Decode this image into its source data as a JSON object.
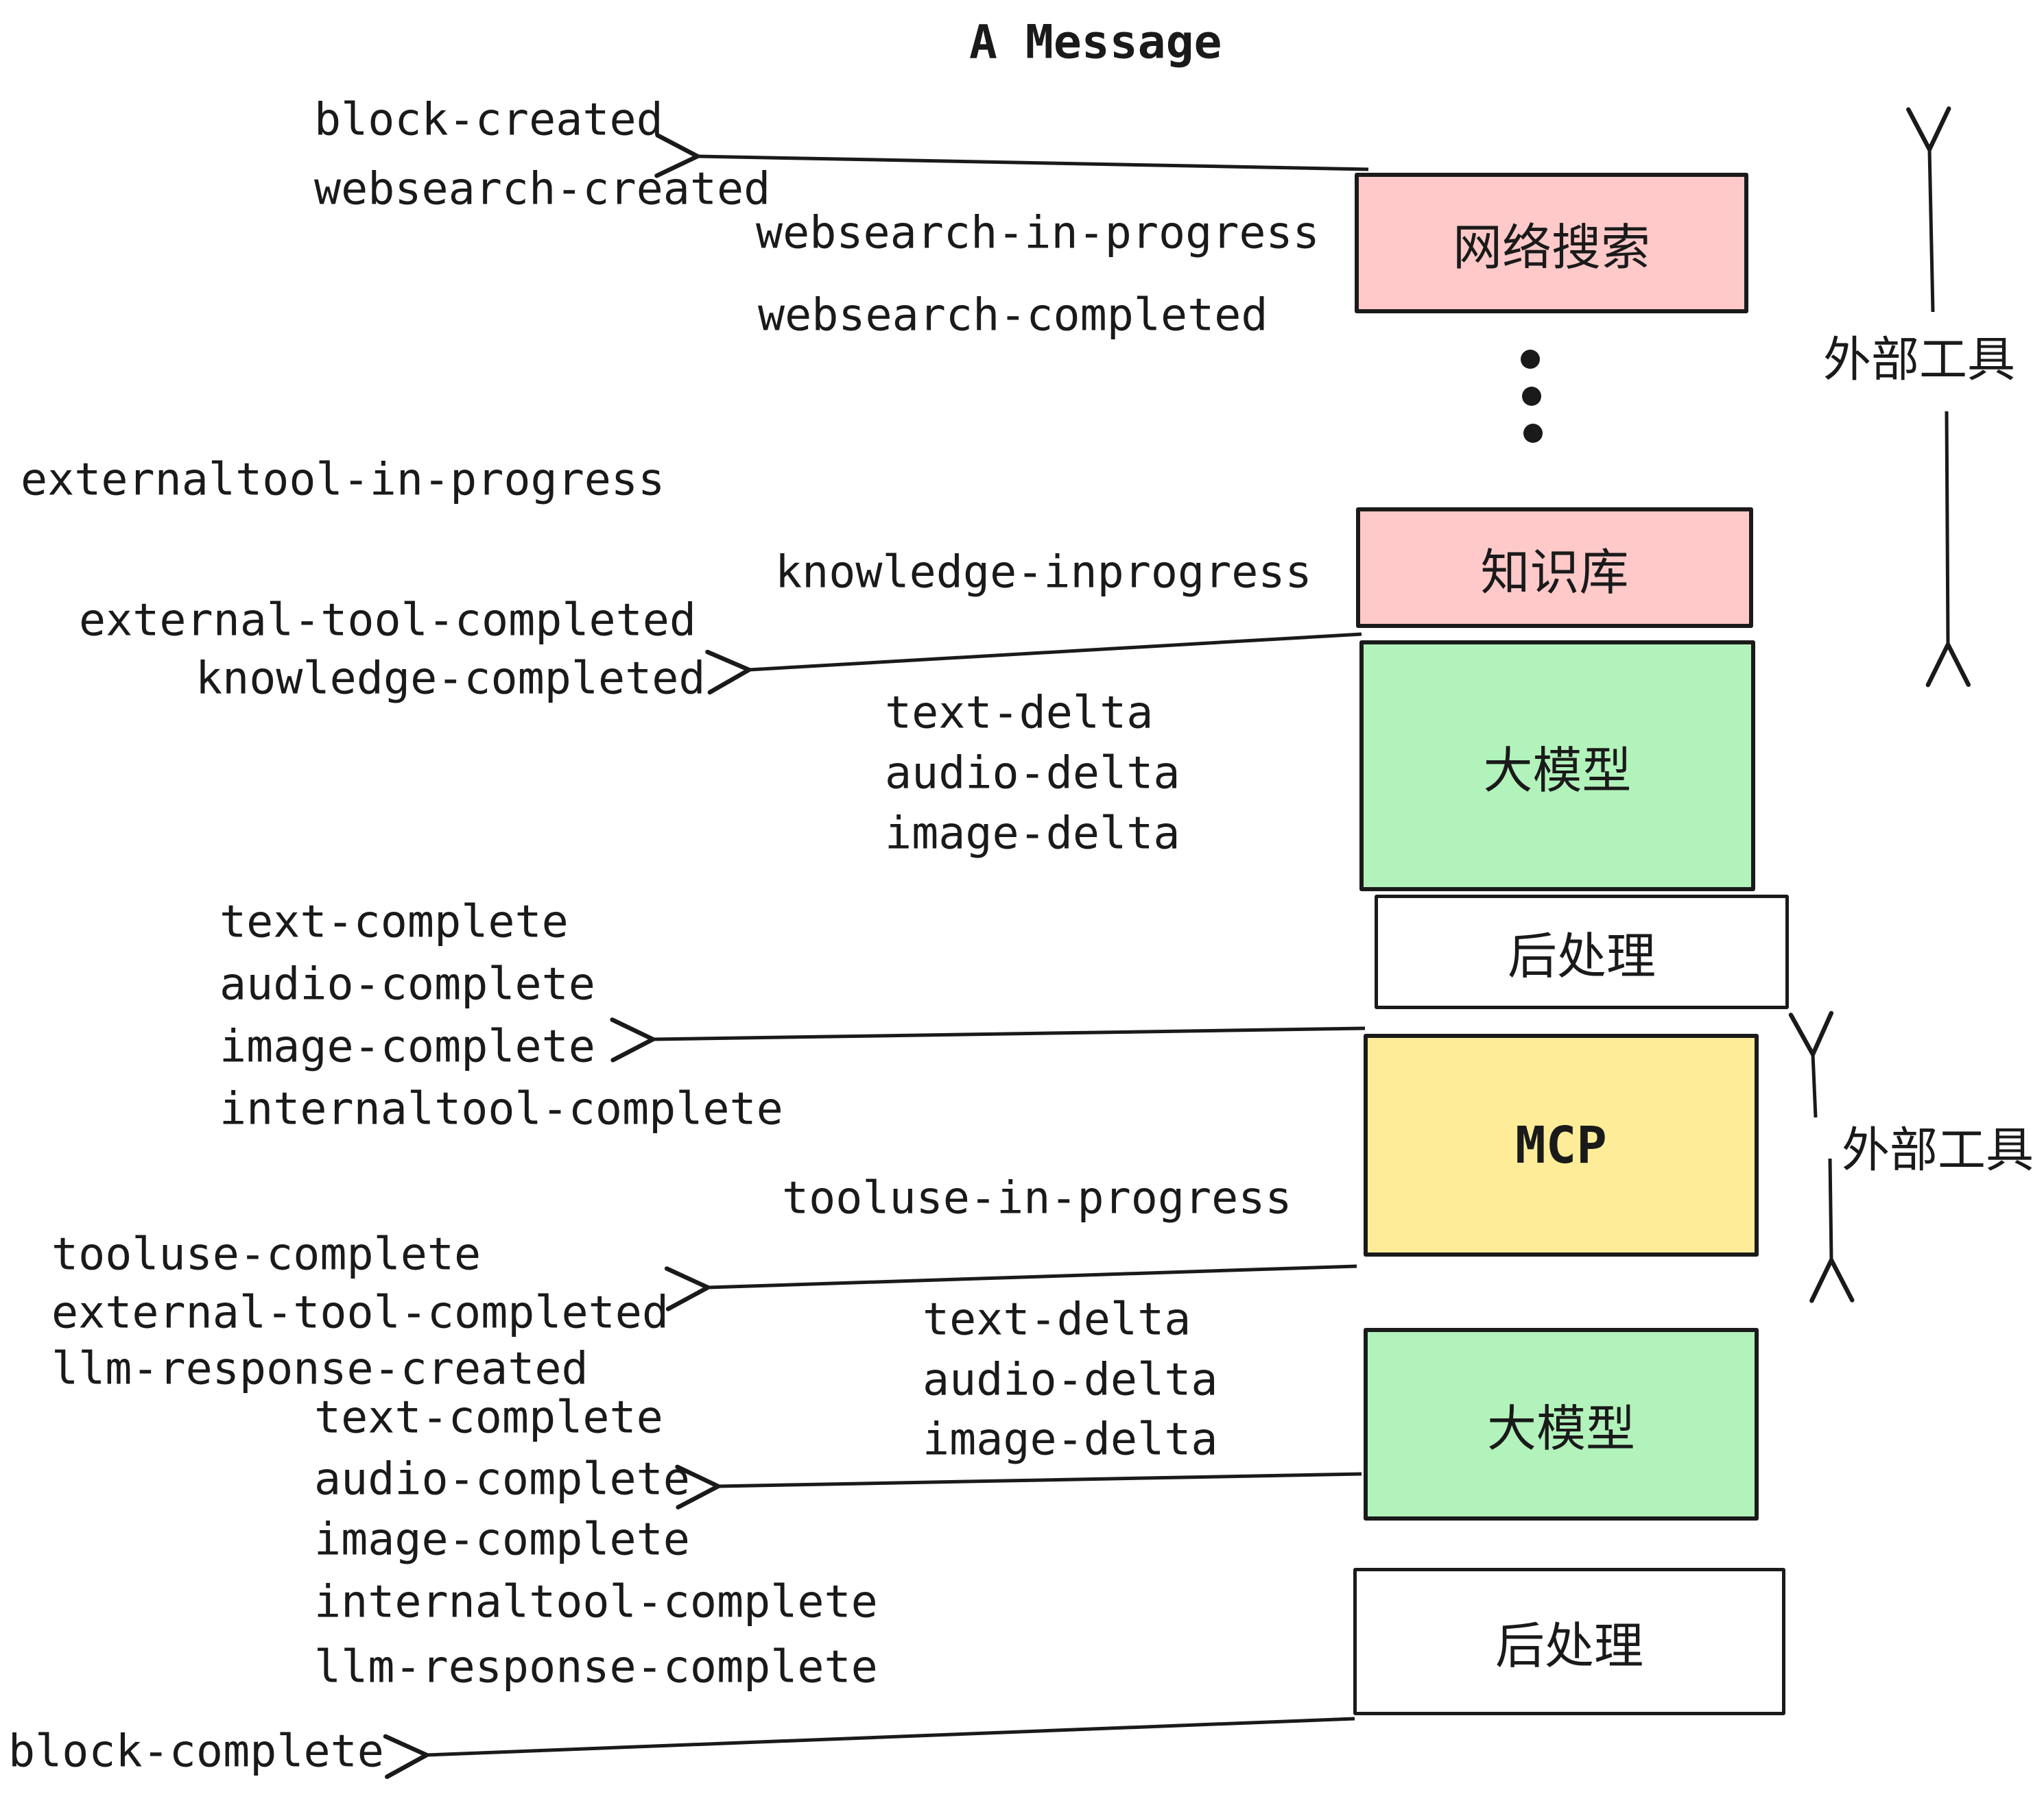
{
  "title": "A Message",
  "colors": {
    "ink": "#1a1a1a",
    "pink": "#ffc9c9",
    "green": "#b2f2bb",
    "yellow": "#ffec99",
    "white": "#ffffff"
  },
  "boxes": [
    {
      "id": "websearch-box",
      "label": "网络搜索",
      "color": "pink"
    },
    {
      "id": "knowledge-box",
      "label": "知识库",
      "color": "pink"
    },
    {
      "id": "llm-box-1",
      "label": "大模型",
      "color": "green"
    },
    {
      "id": "post-box-1",
      "label": "后处理",
      "color": "white"
    },
    {
      "id": "mcp-box",
      "label": "MCP",
      "color": "yellow"
    },
    {
      "id": "llm-box-2",
      "label": "大模型",
      "color": "green"
    },
    {
      "id": "post-box-2",
      "label": "后处理",
      "color": "white"
    }
  ],
  "events": [
    {
      "id": "block-created",
      "label": "block-created"
    },
    {
      "id": "websearch-created",
      "label": "websearch-created"
    },
    {
      "id": "websearch-in-progress",
      "label": "websearch-in-progress"
    },
    {
      "id": "websearch-completed",
      "label": "websearch-completed"
    },
    {
      "id": "externaltool-in-progress",
      "label": "externaltool-in-progress"
    },
    {
      "id": "knowledge-inprogress",
      "label": "knowledge-inprogress"
    },
    {
      "id": "external-tool-completed-1",
      "label": "external-tool-completed"
    },
    {
      "id": "knowledge-completed",
      "label": "knowledge-completed"
    },
    {
      "id": "text-delta-1",
      "label": "text-delta"
    },
    {
      "id": "audio-delta-1",
      "label": "audio-delta"
    },
    {
      "id": "image-delta-1",
      "label": "image-delta"
    },
    {
      "id": "text-complete-1",
      "label": "text-complete"
    },
    {
      "id": "audio-complete-1",
      "label": "audio-complete"
    },
    {
      "id": "image-complete-1",
      "label": "image-complete"
    },
    {
      "id": "internaltool-complete-1",
      "label": "internaltool-complete"
    },
    {
      "id": "tooluse-in-progress",
      "label": "tooluse-in-progress"
    },
    {
      "id": "tooluse-complete",
      "label": "tooluse-complete"
    },
    {
      "id": "external-tool-completed-2",
      "label": "external-tool-completed"
    },
    {
      "id": "llm-response-created",
      "label": "llm-response-created"
    },
    {
      "id": "text-delta-2",
      "label": "text-delta"
    },
    {
      "id": "audio-delta-2",
      "label": "audio-delta"
    },
    {
      "id": "image-delta-2",
      "label": "image-delta"
    },
    {
      "id": "text-complete-2",
      "label": "text-complete"
    },
    {
      "id": "audio-complete-2",
      "label": "audio-complete"
    },
    {
      "id": "image-complete-2",
      "label": "image-complete"
    },
    {
      "id": "internaltool-complete-2",
      "label": "internaltool-complete"
    },
    {
      "id": "llm-response-complete",
      "label": "llm-response-complete"
    },
    {
      "id": "block-complete",
      "label": "block-complete"
    }
  ],
  "annotations": [
    {
      "id": "external-tools-top",
      "label": "外部工具"
    },
    {
      "id": "external-tools-mcp",
      "label": "外部工具"
    }
  ]
}
